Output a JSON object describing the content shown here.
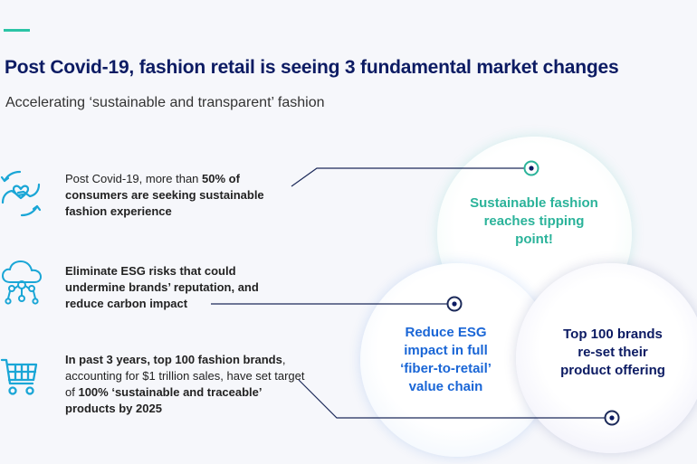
{
  "header": {
    "title": "Post Covid-19, fashion retail is seeing 3 fundamental market changes",
    "subtitle": "Accelerating ‘sustainable and transparent’ fashion"
  },
  "colors": {
    "title": "#0c1b63",
    "accent": "#2bc4a6",
    "icon": "#1aa6d6",
    "circle_text_green": "#2bb39a",
    "circle_text_blue": "#1a66d6",
    "circle_text_navy": "#0c1b63",
    "connector": "#1c2a5a"
  },
  "points": [
    {
      "icon": "hands-heart-icon",
      "parts": [
        {
          "text": "Post Covid-19, more than ",
          "bold": false
        },
        {
          "text": "50% of consumers are seeking sustainable fashion experience",
          "bold": true
        }
      ]
    },
    {
      "icon": "cloud-network-icon",
      "parts": [
        {
          "text": "Eliminate ESG risks that could undermine brands’ reputation, and reduce carbon impact",
          "bold": true
        }
      ]
    },
    {
      "icon": "shopping-cart-icon",
      "parts": [
        {
          "text": "In past 3 years, top 100 fashion brands",
          "bold": true
        },
        {
          "text": ", accounting for $1 trillion sales, have set target of ",
          "bold": false
        },
        {
          "text": "100% ‘sustainable and traceable’ products by 2025",
          "bold": true
        }
      ]
    }
  ],
  "circles": {
    "top": "Sustainable fashion reaches tipping point!",
    "left": "Reduce ESG impact in full ‘fiber-to-retail’ value chain",
    "right": "Top 100 brands re-set their product offering"
  }
}
